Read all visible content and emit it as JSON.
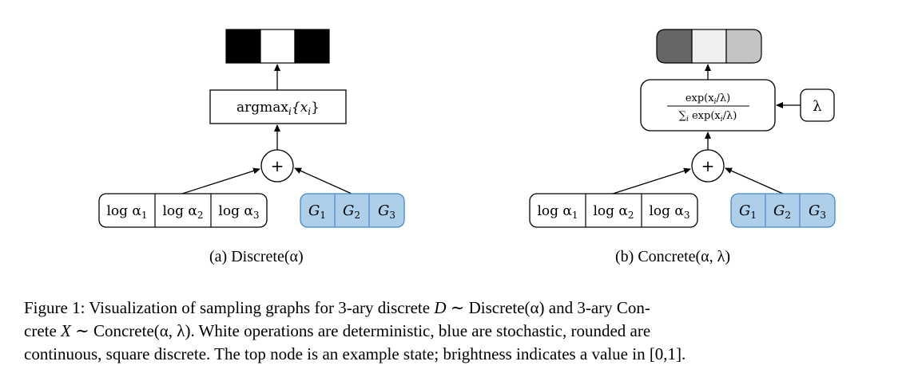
{
  "panel_a": {
    "top_state": [
      0.0,
      1.0,
      0.0
    ],
    "op_label": "argmax",
    "op_sub": "i",
    "op_arg": "{x",
    "op_arg_sub": "i",
    "op_arg_end": "}",
    "plus": "+",
    "logits": [
      {
        "pre": "log α",
        "sub": "1"
      },
      {
        "pre": "log α",
        "sub": "2"
      },
      {
        "pre": "log α",
        "sub": "3"
      }
    ],
    "gumbels": [
      {
        "pre": "G",
        "sub": "1"
      },
      {
        "pre": "G",
        "sub": "2"
      },
      {
        "pre": "G",
        "sub": "3"
      }
    ],
    "caption": "(a) Discrete(α)"
  },
  "panel_b": {
    "top_state": [
      0.4,
      0.94,
      0.77
    ],
    "softmax_num": "exp(x",
    "softmax_num_sub": "i",
    "softmax_num_end": "/λ)",
    "softmax_den_sum": "∑",
    "softmax_den_sub": "i",
    "softmax_den": " exp(x",
    "softmax_den_sub2": "i",
    "softmax_den_end": "/λ)",
    "temperature": "λ",
    "plus": "+",
    "logits": [
      {
        "pre": "log α",
        "sub": "1"
      },
      {
        "pre": "log α",
        "sub": "2"
      },
      {
        "pre": "log α",
        "sub": "3"
      }
    ],
    "gumbels": [
      {
        "pre": "G",
        "sub": "1"
      },
      {
        "pre": "G",
        "sub": "2"
      },
      {
        "pre": "G",
        "sub": "3"
      }
    ],
    "caption": "(b) Concrete(α, λ)"
  },
  "colors": {
    "stochastic_fill": "#aecfea",
    "stochastic_stroke": "#4a86c6",
    "stroke": "#000000"
  },
  "caption": {
    "line1_a": "Figure 1: Visualization of sampling graphs for 3-ary discrete ",
    "line1_D": "D",
    "line1_b": " ∼ Discrete(α) and 3-ary Con-",
    "line2_a": "crete ",
    "line2_X": "X",
    "line2_b": " ∼ Concrete(α, λ). White operations are deterministic, blue are stochastic, rounded are",
    "line3": "continuous, square discrete. The top node is an example state; brightness indicates a value in [0,1]."
  }
}
